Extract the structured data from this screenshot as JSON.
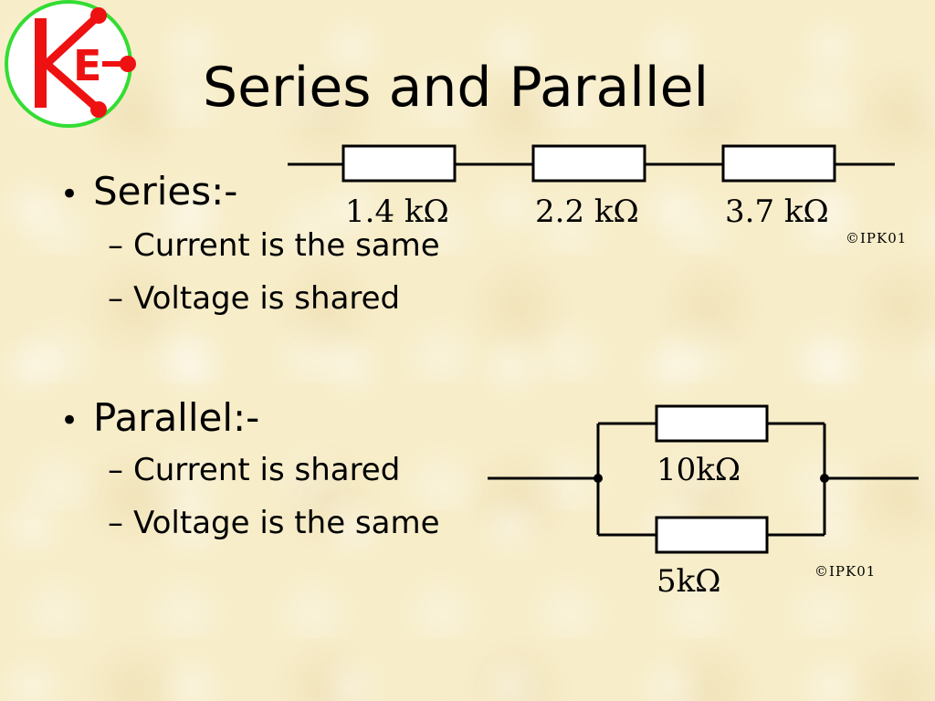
{
  "slide": {
    "title": "Series and Parallel",
    "logo_text": "KE"
  },
  "series": {
    "heading": "Series:-",
    "points": [
      "Current is the same",
      "Voltage is shared"
    ],
    "resistors": [
      "1.4 kΩ",
      "2.2 kΩ",
      "3.7 kΩ"
    ],
    "copyright": "©IPK01"
  },
  "parallel": {
    "heading": "Parallel:-",
    "points": [
      "Current is shared",
      "Voltage is the same"
    ],
    "resistors": [
      "10kΩ",
      "5kΩ"
    ],
    "copyright": "©IPK01"
  },
  "colors": {
    "background": "#f7edc9",
    "logo_ring": "#33dd33",
    "logo_red": "#ee1111",
    "wire": "#000000"
  },
  "icons": {
    "bullet": "bullet-dot",
    "sub_bullet": "en-dash"
  }
}
